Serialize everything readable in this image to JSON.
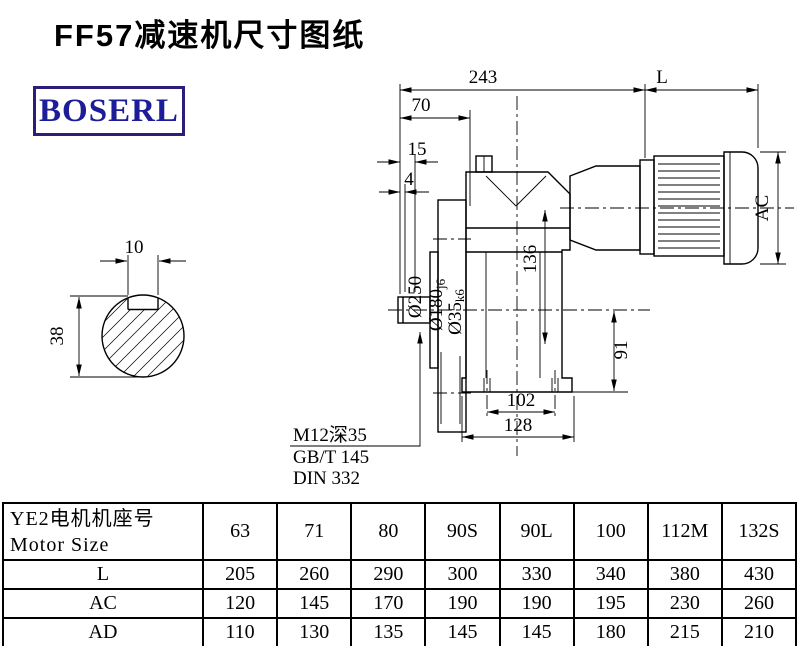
{
  "page": {
    "title": "FF57减速机尺寸图纸"
  },
  "logo": {
    "text": "BOSERL"
  },
  "drawing": {
    "dims": {
      "d243": "243",
      "dL": "L",
      "d70": "70",
      "d15": "15",
      "d4": "4",
      "d10": "10",
      "d38": "38",
      "d136": "136",
      "d91": "91",
      "dAC": "AC",
      "d102": "102",
      "d128": "128"
    },
    "diameters": {
      "d250": "Ø250",
      "d180_main": "Ø180",
      "d180_sub": "j6",
      "d35_main": "Ø35",
      "d35_sub": "k6"
    },
    "callout": {
      "line1": "M12深35",
      "line2": "GB/T 145",
      "line3": "DIN 332"
    }
  },
  "table": {
    "row_header_line1": "YE2电机机座号",
    "row_header_line2": "Motor Size",
    "motor_sizes": [
      "63",
      "71",
      "80",
      "90S",
      "90L",
      "100",
      "112M",
      "132S"
    ],
    "rows": [
      {
        "label": "L",
        "values": [
          "205",
          "260",
          "290",
          "300",
          "330",
          "340",
          "380",
          "430"
        ]
      },
      {
        "label": "AC",
        "values": [
          "120",
          "145",
          "170",
          "190",
          "190",
          "195",
          "230",
          "260"
        ]
      },
      {
        "label": "AD",
        "values": [
          "110",
          "130",
          "135",
          "145",
          "145",
          "180",
          "215",
          "210"
        ]
      }
    ]
  }
}
